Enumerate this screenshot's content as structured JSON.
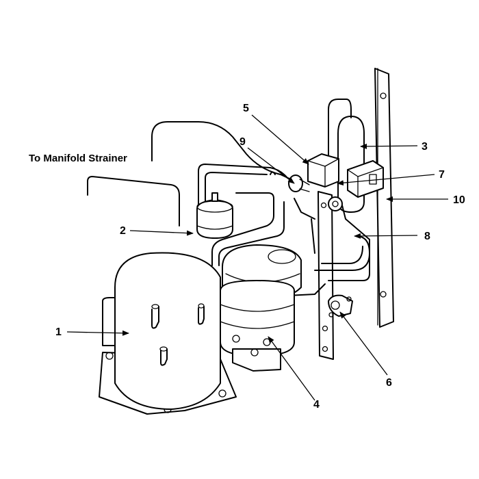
{
  "annotation": "To Manifold Strainer",
  "callouts": [
    "1",
    "2",
    "3",
    "4",
    "5",
    "6",
    "7",
    "8",
    "9",
    "10"
  ]
}
